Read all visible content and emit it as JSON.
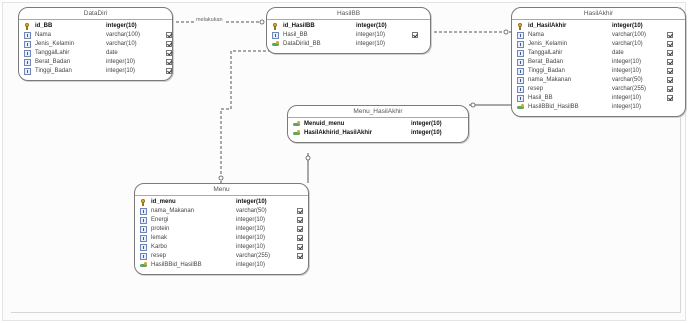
{
  "relationship_label": "melakukan",
  "entities": [
    {
      "key": "datadiri",
      "title": "DataDiri",
      "rows": [
        {
          "kind": "key",
          "name": "id_BB",
          "type": "integer(10)",
          "pk": true,
          "check": false
        },
        {
          "kind": "col",
          "name": "Nama",
          "type": "varchar(100)",
          "pk": false,
          "check": true
        },
        {
          "kind": "col",
          "name": "Jenis_Kelamin",
          "type": "varchar(10)",
          "pk": false,
          "check": true
        },
        {
          "kind": "col",
          "name": "TanggalLahir",
          "type": "date",
          "pk": false,
          "check": true
        },
        {
          "kind": "col",
          "name": "Berat_Badan",
          "type": "integer(10)",
          "pk": false,
          "check": true
        },
        {
          "kind": "col",
          "name": "Tinggi_Badan",
          "type": "integer(10)",
          "pk": false,
          "check": true
        }
      ]
    },
    {
      "key": "hasilbb",
      "title": "HasilBB",
      "rows": [
        {
          "kind": "key",
          "name": "id_HasilBB",
          "type": "integer(10)",
          "pk": true,
          "check": false
        },
        {
          "kind": "col",
          "name": "Hasil_BB",
          "type": "integer(10)",
          "pk": false,
          "check": true
        },
        {
          "kind": "fk",
          "name": "DataDiriid_BB",
          "type": "integer(10)",
          "pk": false,
          "check": false
        }
      ]
    },
    {
      "key": "hasilakhir",
      "title": "HasilAkhir",
      "rows": [
        {
          "kind": "key",
          "name": "id_HasilAkhir",
          "type": "integer(10)",
          "pk": true,
          "check": false
        },
        {
          "kind": "col",
          "name": "Nama",
          "type": "varchar(100)",
          "pk": false,
          "check": true
        },
        {
          "kind": "col",
          "name": "Jenis_Kelamin",
          "type": "varchar(10)",
          "pk": false,
          "check": true
        },
        {
          "kind": "col",
          "name": "TanggalLahir",
          "type": "date",
          "pk": false,
          "check": true
        },
        {
          "kind": "col",
          "name": "Berat_Badan",
          "type": "integer(10)",
          "pk": false,
          "check": true
        },
        {
          "kind": "col",
          "name": "Tinggi_Badan",
          "type": "integer(10)",
          "pk": false,
          "check": true
        },
        {
          "kind": "col",
          "name": "nama_Makanan",
          "type": "varchar(50)",
          "pk": false,
          "check": true
        },
        {
          "kind": "col",
          "name": "resep",
          "type": "varchar(255)",
          "pk": false,
          "check": true
        },
        {
          "kind": "col",
          "name": "Hasil_BB",
          "type": "integer(10)",
          "pk": false,
          "check": true
        },
        {
          "kind": "fk",
          "name": "HasilBBid_HasilBB",
          "type": "integer(10)",
          "pk": false,
          "check": false
        }
      ]
    },
    {
      "key": "menuhasilakhir",
      "title": "Menu_HasilAkhir",
      "rows": [
        {
          "kind": "fk",
          "name": "Menuid_menu",
          "type": "integer(10)",
          "pk": true,
          "check": false
        },
        {
          "kind": "fk",
          "name": "HasilAkhirid_HasilAkhir",
          "type": "integer(10)",
          "pk": true,
          "check": false
        }
      ]
    },
    {
      "key": "menu",
      "title": "Menu",
      "rows": [
        {
          "kind": "key",
          "name": "id_menu",
          "type": "integer(10)",
          "pk": true,
          "check": false
        },
        {
          "kind": "col",
          "name": "nama_Makanan",
          "type": "varchar(50)",
          "pk": false,
          "check": true
        },
        {
          "kind": "col",
          "name": "Energi",
          "type": "integer(10)",
          "pk": false,
          "check": true
        },
        {
          "kind": "col",
          "name": "protein",
          "type": "integer(10)",
          "pk": false,
          "check": true
        },
        {
          "kind": "col",
          "name": "lemak",
          "type": "integer(10)",
          "pk": false,
          "check": true
        },
        {
          "kind": "col",
          "name": "Karbo",
          "type": "integer(10)",
          "pk": false,
          "check": true
        },
        {
          "kind": "col",
          "name": "resep",
          "type": "varchar(255)",
          "pk": false,
          "check": true
        },
        {
          "kind": "fk",
          "name": "HasilBBid_HasilBB",
          "type": "integer(10)",
          "pk": false,
          "check": false
        }
      ]
    }
  ]
}
